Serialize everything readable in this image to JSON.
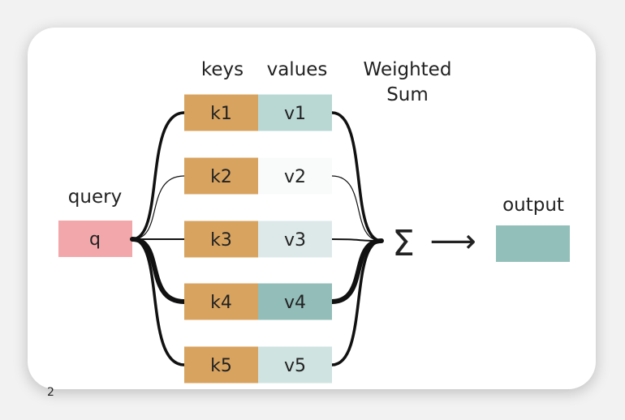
{
  "labels": {
    "keys": "keys",
    "values": "values",
    "weighted_line1": "Weighted",
    "weighted_line2": "Sum",
    "query": "query",
    "output": "output",
    "sum_symbol": "Σ",
    "arrow": "⟶",
    "footnote": "2"
  },
  "query": {
    "label": "q",
    "color": "#f2a8ab"
  },
  "output": {
    "color": "#93bfba"
  },
  "key_color": "#d8a35f",
  "rows": [
    {
      "key": "k1",
      "value": "v1",
      "value_color": "#b9d8d4",
      "weight": "strong"
    },
    {
      "key": "k2",
      "value": "v2",
      "value_color": "#f8fbfa",
      "weight": "thin"
    },
    {
      "key": "k3",
      "value": "v3",
      "value_color": "#dde9e8",
      "weight": "medium"
    },
    {
      "key": "k4",
      "value": "v4",
      "value_color": "#92bdb8",
      "weight": "heaviest"
    },
    {
      "key": "k5",
      "value": "v5",
      "value_color": "#cfe3e0",
      "weight": "strong"
    }
  ]
}
